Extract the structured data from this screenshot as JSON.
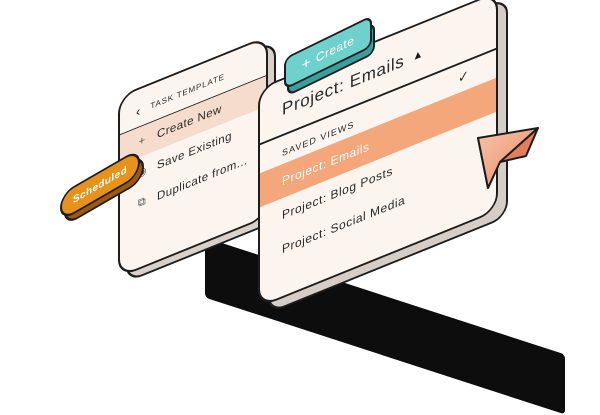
{
  "task_template": {
    "back_icon": "chevron-left-icon",
    "title": "TASK TEMPLATE",
    "items": [
      {
        "label": "Create New",
        "icon": "plus-icon",
        "active": true
      },
      {
        "label": "Save Existing",
        "icon": "radio-icon",
        "active": false
      },
      {
        "label": "Duplicate from...",
        "icon": "copy-icon",
        "active": false
      }
    ]
  },
  "scheduled_badge": {
    "label": "Scheduled"
  },
  "create_button": {
    "label": "Create",
    "icon": "plus-icon"
  },
  "project_menu": {
    "title": "Project: Emails",
    "chevron_icon": "chevron-up-icon",
    "section_label": "SAVED VIEWS",
    "items": [
      {
        "label": "Project: Emails",
        "selected": true
      },
      {
        "label": "Project: Blog Posts",
        "selected": false
      },
      {
        "label": "Project: Social Media",
        "selected": false
      }
    ],
    "check_icon": "check-icon"
  },
  "cursor": {
    "icon": "pointer-cursor-icon"
  },
  "colors": {
    "accent_orange": "#f3a77b",
    "badge_orange": "#e7921b",
    "create_teal": "#6fd1cc",
    "panel_bg": "#fbf4ef",
    "outline": "#1d1d1d"
  }
}
